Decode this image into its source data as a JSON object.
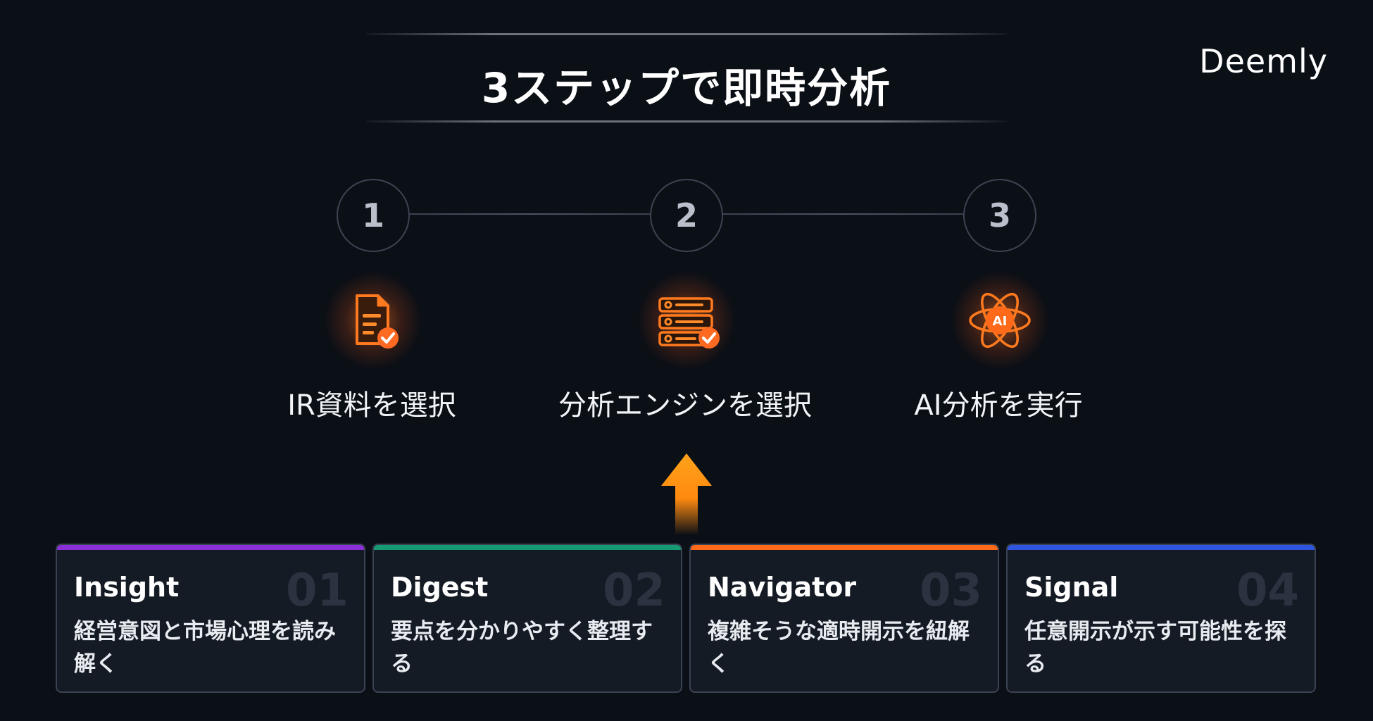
{
  "title": "3ステップで即時分析",
  "logo": "Deemly",
  "colors": {
    "background": "#0b0f16",
    "accent_orange": "#ff7a1f",
    "card_insight": "#8b2fd8",
    "card_digest": "#159a72",
    "card_navigator": "#ff6a1a",
    "card_signal": "#2f55e0"
  },
  "steps": [
    {
      "number": "1",
      "label": "IR資料を選択",
      "icon": "document-check-icon"
    },
    {
      "number": "2",
      "label": "分析エンジンを選択",
      "icon": "server-list-check-icon"
    },
    {
      "number": "3",
      "label": "AI分析を実行",
      "icon": "ai-atom-icon",
      "icon_text": "AI"
    }
  ],
  "engines": [
    {
      "name": "Insight",
      "number": "01",
      "description": "経営意図と市場心理を読み解く"
    },
    {
      "name": "Digest",
      "number": "02",
      "description": "要点を分かりやすく整理する"
    },
    {
      "name": "Navigator",
      "number": "03",
      "description": "複雑そうな適時開示を紐解く"
    },
    {
      "name": "Signal",
      "number": "04",
      "description": "任意開示が示す可能性を探る"
    }
  ]
}
